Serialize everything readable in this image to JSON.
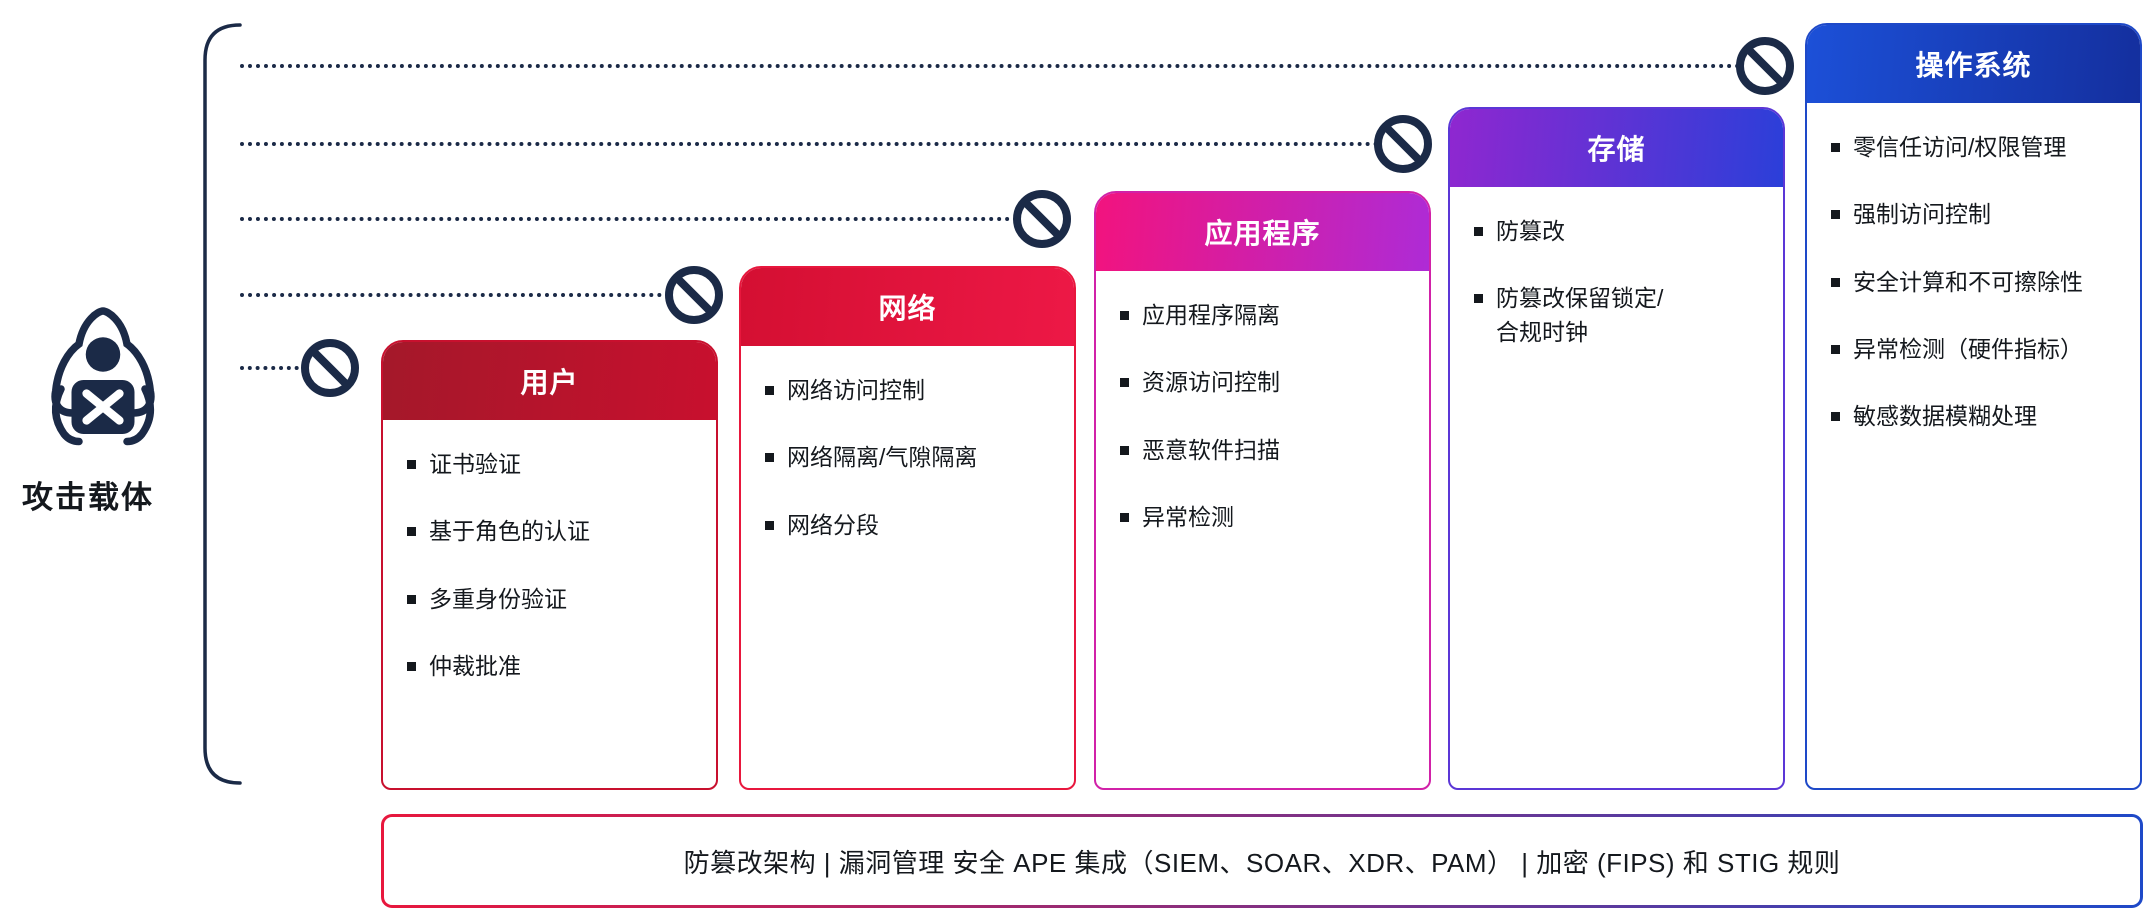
{
  "ui": {
    "ink": "#1B2A47",
    "text": "#14181D",
    "background": "#FFFFFF"
  },
  "attacker": {
    "label": "攻击载体",
    "icon": "hacker-laptop-icon"
  },
  "layers": [
    {
      "title": "用户",
      "header_gradient": [
        "#A4182A",
        "#C8102E"
      ],
      "border_color": "#C8102E",
      "items": [
        "证书验证",
        "基于角色的认证",
        "多重身份验证",
        "仲裁批准"
      ]
    },
    {
      "title": "网络",
      "header_gradient": [
        "#D40F32",
        "#ED1846"
      ],
      "border_color": "#E8173D",
      "items": [
        "网络访问控制",
        "网络隔离/气隙隔离",
        "网络分段"
      ]
    },
    {
      "title": "应用程序",
      "header_gradient": [
        "#F2137E",
        "#AE2BD6"
      ],
      "border_color": "#D121A8",
      "items": [
        "应用程序隔离",
        "资源访问控制",
        "恶意软件扫描",
        "异常检测"
      ]
    },
    {
      "title": "存储",
      "header_gradient": [
        "#8F27D0",
        "#2B3FD9"
      ],
      "border_color": "#5B36D6",
      "items": [
        "防篡改",
        "防篡改保留锁定/合规时钟"
      ]
    },
    {
      "title": "操作系统",
      "header_gradient": [
        "#1C50D8",
        "#142F9E"
      ],
      "border_color": "#1E49C8",
      "items": [
        "零信任访问/权限管理",
        "强制访问控制",
        "安全计算和不可擦除性",
        "异常检测（硬件指标）",
        "敏感数据模糊处理"
      ]
    }
  ],
  "footer": {
    "text": "防篡改架构 | 漏洞管理 安全 APE 集成（SIEM、SOAR、XDR、PAM） | 加密 (FIPS) 和 STIG 规则",
    "border_gradient": [
      "#E8173D",
      "#1E49C8"
    ]
  }
}
